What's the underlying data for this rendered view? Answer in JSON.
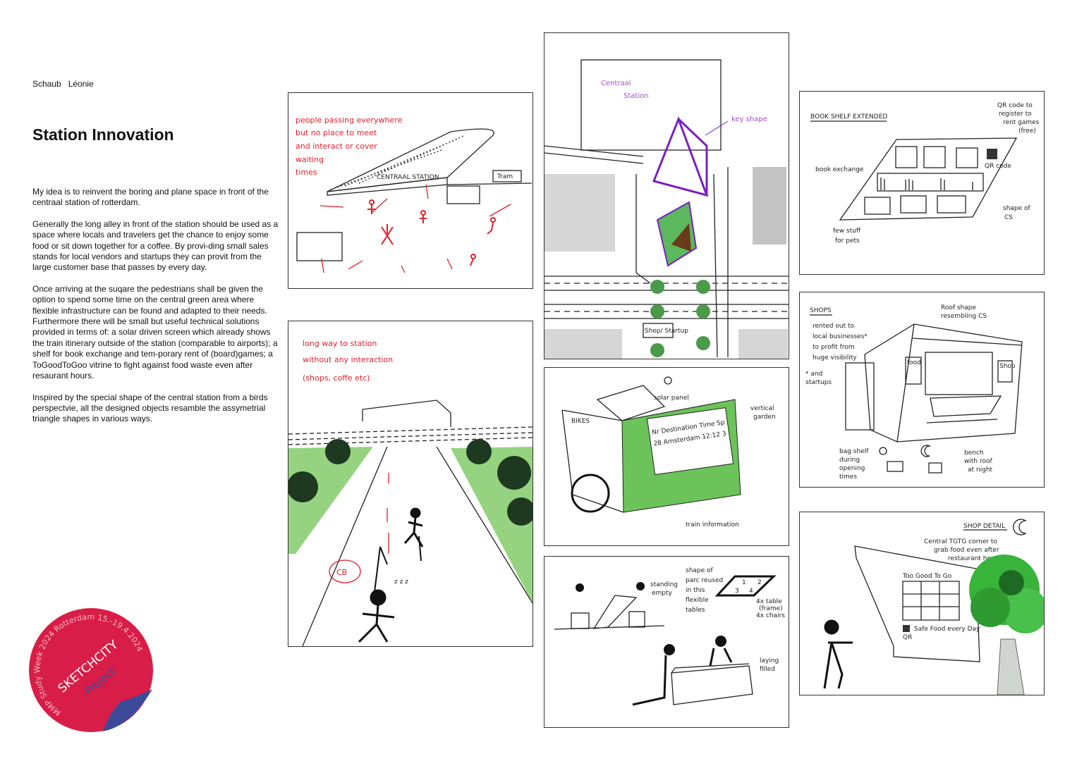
{
  "author": {
    "last_name": "Schaub",
    "first_name": "Léonie"
  },
  "title": "Station Innovation",
  "description": [
    "My idea is to reinvent the boring and plane space in front of the centraal station of rotterdam.",
    "Generally the long alley in front of the station should be used as a space where locals and travelers get the chance to enjoy some food or sit down together for a coffee. By provi-ding small sales stands for local vendors and startups they can provit from the large customer base that passes by every day.",
    "Once arriving at the suqare the pedestrians shall be given the option to spend some time on the central green area where flexible infrastructure can be found and adapted to their needs. Furthermore there will be small but useful technical solutions provided in terms of: a solar driven screen which already shows the train itinerary outside of the station (comparable to airports); a shelf for book exchange and tem-porary rent of (board)games; a ToGoodToGoo vitrine to fight against food waste even after resaurant hours.",
    "Inspired by the special shape of the central station from a birds perspectvie, all the designed objects resamble the assymetrial triangle shapes in various ways."
  ],
  "sketches": {
    "station_now": {
      "notes": [
        "people passing everywhere",
        "but no place to meet",
        "and interact or cover",
        "waiting",
        "times"
      ],
      "station_sign": "CENTRAAL STATION",
      "tram_sign": "Tram"
    },
    "long_way": {
      "notes": [
        "long way to station",
        "without any interaction",
        "(shops, coffe etc)"
      ],
      "bubble": "CB",
      "snore": "z z z"
    },
    "map": {
      "station_label": [
        "Centraal",
        "Station"
      ],
      "key_label": "key shape",
      "shop_label": "Shop/ Startup"
    },
    "solar": {
      "solar_label": "solar panel",
      "garden_label": [
        "vertical",
        "garden"
      ],
      "bikes_label": "BIKES",
      "train_info_label": "train information",
      "board_header": "Nr  Destination  Time  Sp",
      "board_row": "28  Amsterdam  12:12  3"
    },
    "tables": {
      "shape_label": [
        "shape of",
        "parc reused",
        "in this",
        "flexible",
        "tables"
      ],
      "standing_label": [
        "standing",
        "empty"
      ],
      "frame_label": [
        "4x table",
        "(frame)",
        "4x chairs"
      ],
      "lying_label": [
        "laying",
        "filled"
      ],
      "table_numbers": [
        "1",
        "2",
        "3",
        "4"
      ]
    },
    "bookshelf": {
      "heading": "BOOK SHELF EXTENDED",
      "qr_note": [
        "QR code to",
        "register to",
        "rent games",
        "(free)"
      ],
      "qr_label": "QR code",
      "book_label": "book exchange",
      "pets_label": [
        "few stuff",
        "for pets"
      ],
      "shape_label": [
        "shape of",
        "CS"
      ]
    },
    "shops": {
      "heading": "SHOPS",
      "rented_note": [
        "rented out to",
        "local businesses*",
        "to profit from",
        "huge visibility"
      ],
      "startups_note": [
        "* and",
        "startups"
      ],
      "roof_note": [
        "Roof shape",
        "resembling CS"
      ],
      "bag_note": [
        "bag shelf",
        "during",
        "opening",
        "times"
      ],
      "bench_note": [
        "bench",
        "with roof",
        "at night"
      ],
      "sign_food": "food",
      "sign_shop": "Shop"
    },
    "shop_detail": {
      "heading": "SHOP DETAIL",
      "note": [
        "Central TGTG corner to",
        "grab food even after",
        "restaurant hours"
      ],
      "sign": "Too Good To Go",
      "info": "Safe Food every Day",
      "qr_label": "QR"
    }
  },
  "sticker": {
    "ring_text": "MMP Study Week 2024 Rotterdam 15.-19.4.2024",
    "main": "SKETCHCITY",
    "sub": "Project",
    "colors": {
      "red": "#d81e48",
      "blue": "#3c4a9a"
    }
  }
}
